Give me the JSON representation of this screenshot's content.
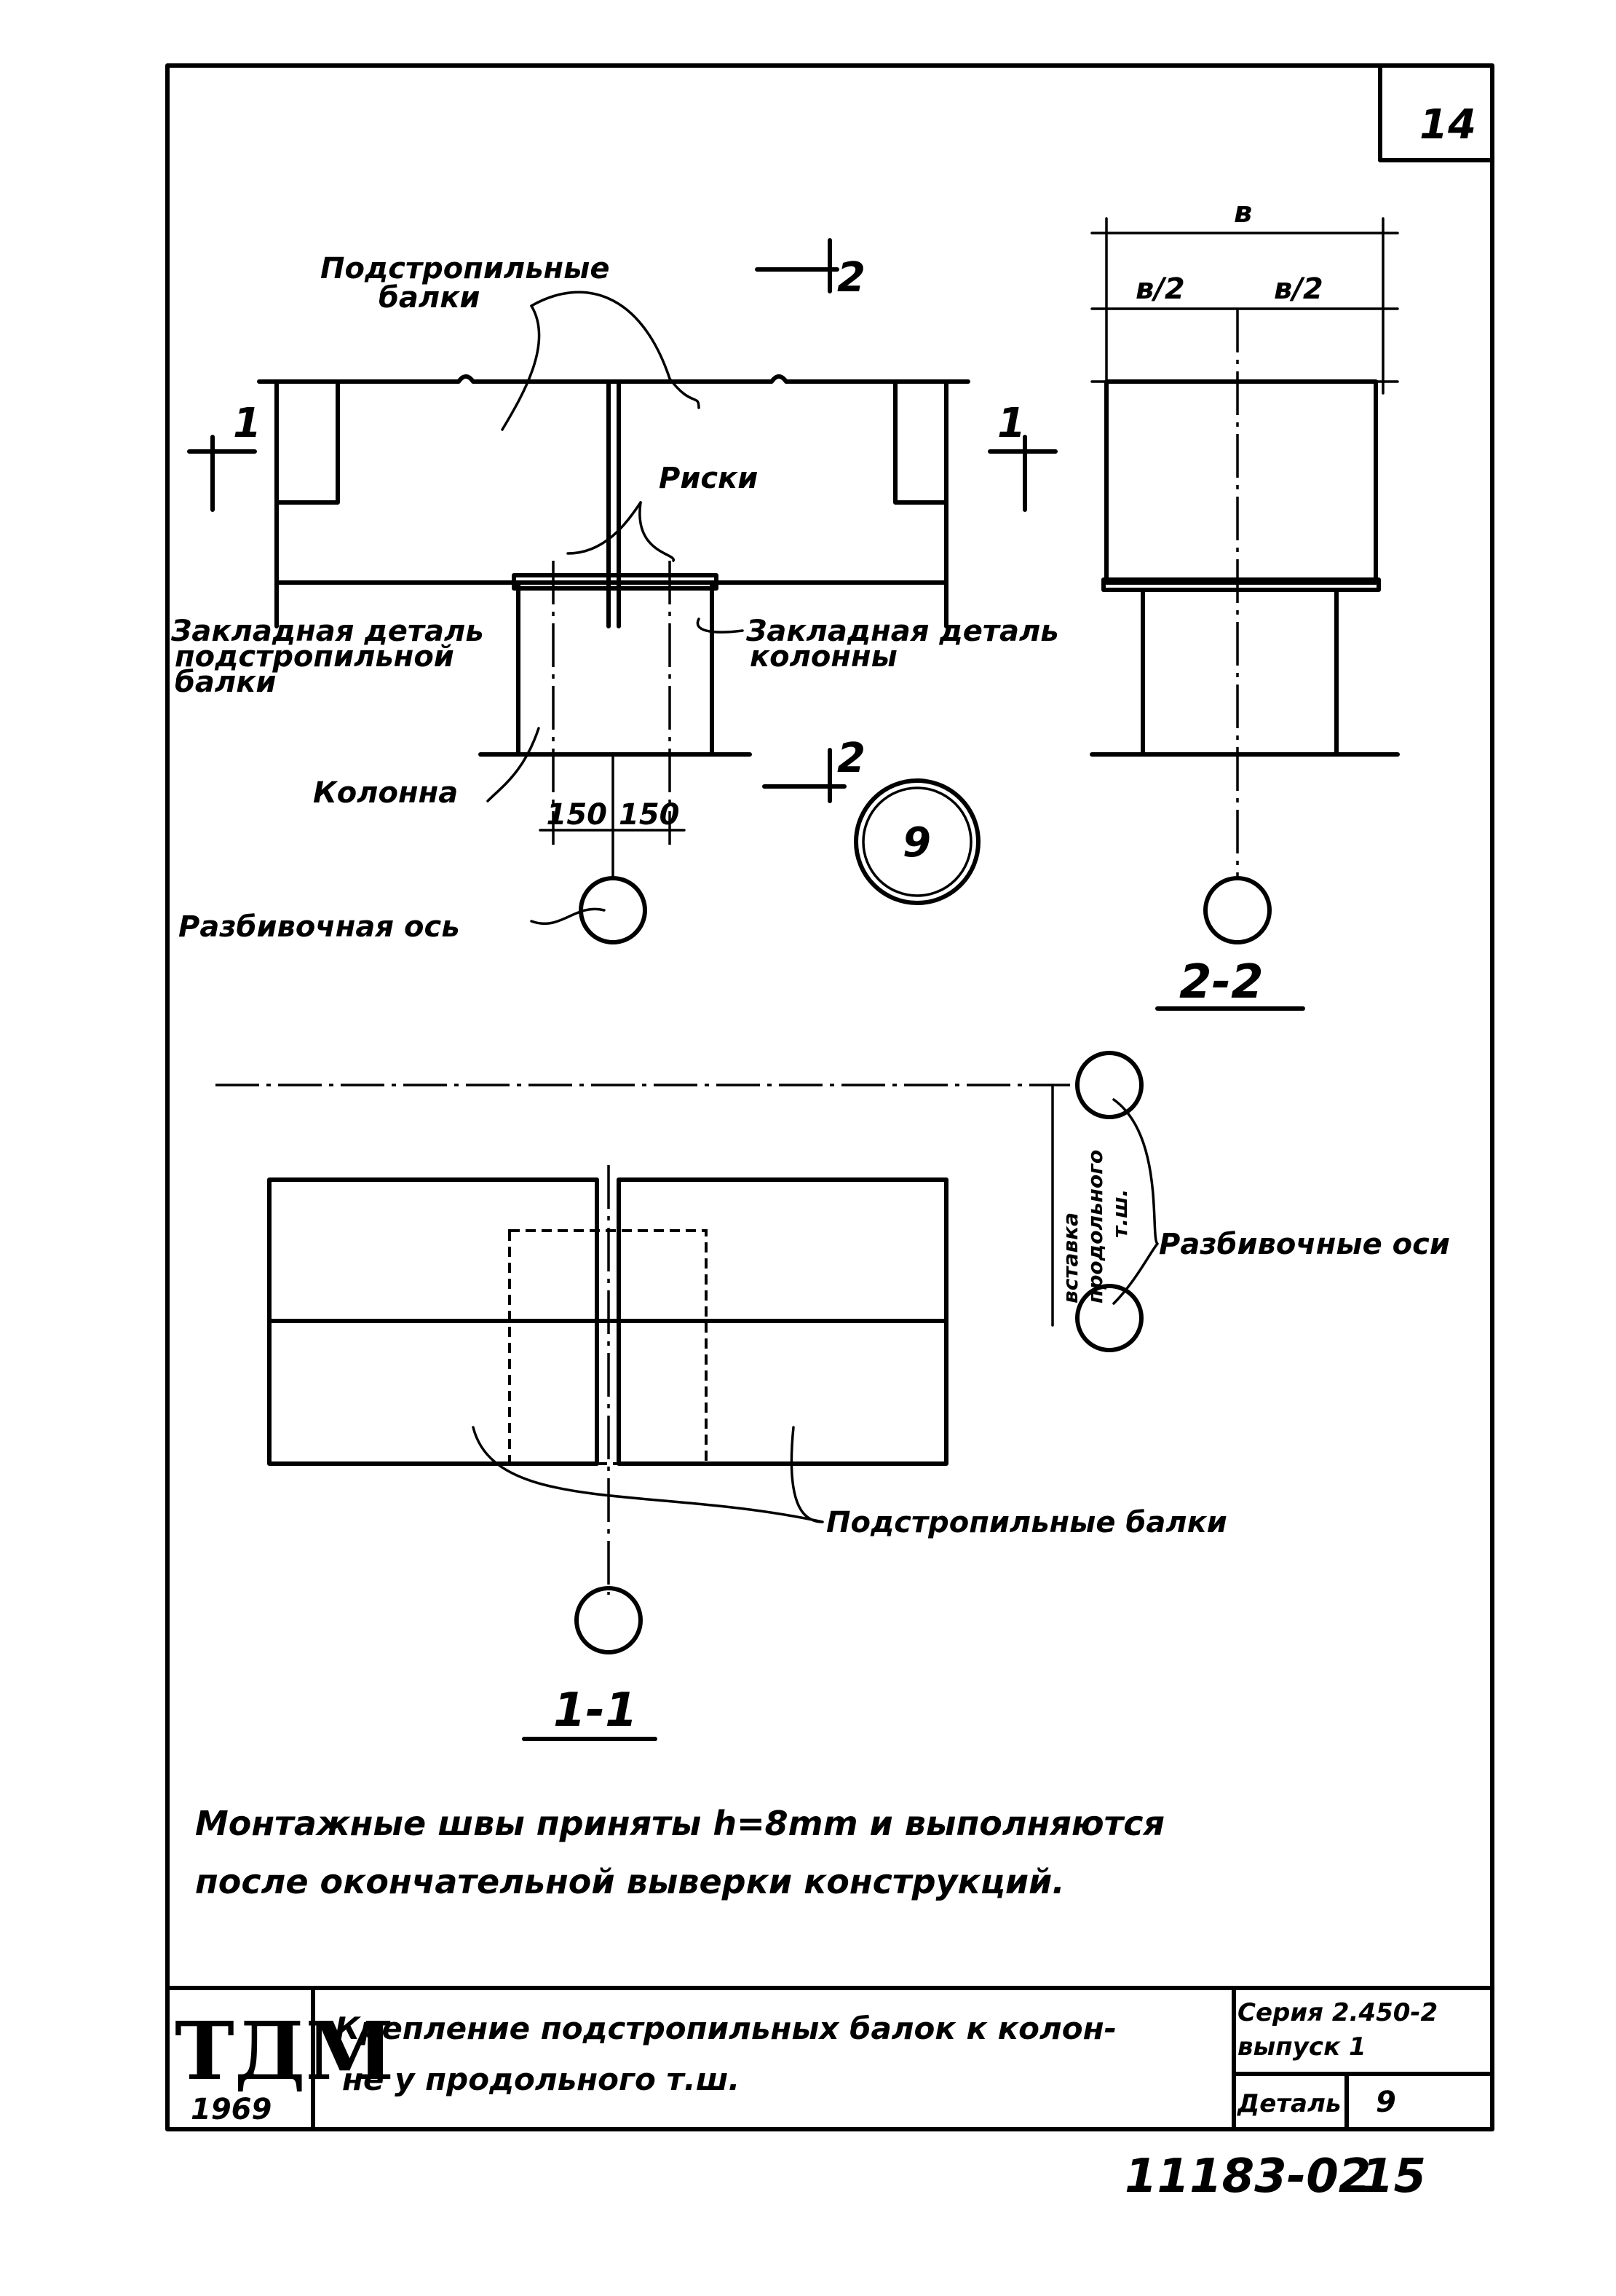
{
  "sheet": {
    "page_number": "14",
    "footer_code": "11183-02",
    "footer_page": "15"
  },
  "plan_view": {
    "beams_label_line1": "Подстропильные",
    "beams_label_line2": "балки",
    "marks_label": "Риски",
    "beam_embed_line1": "Закладная деталь",
    "beam_embed_line2": "подстропильной",
    "beam_embed_line3": "балки",
    "column_embed_line1": "Закладная деталь",
    "column_embed_line2": "колонны",
    "column_label": "Колонна",
    "axis_label": "Разбивочная ось",
    "dim_left": "150",
    "dim_right": "150",
    "section_1_left": "1",
    "section_1_right": "1",
    "section_2_top": "2",
    "section_2_bottom": "2",
    "detail_number": "9"
  },
  "section_2_2": {
    "dim_b": "в",
    "dim_half_left": "в/2",
    "dim_half_right": "в/2",
    "title": "2-2"
  },
  "section_1_1": {
    "insert_label_line1": "вставка",
    "insert_label_line2": "продольного",
    "insert_label_line3": "т.ш.",
    "axes_label": "Разбивочные оси",
    "beams_label": "Подстропильные балки",
    "title": "1-1"
  },
  "notes": {
    "line1": "Монтажные швы приняты h=8mm и выполняются",
    "line2": "после окончательной выверки конструкций."
  },
  "title_block": {
    "logo": "ТДМ",
    "year": "1969",
    "title_line1": "Крепление подстропильных балок к колон-",
    "title_line2": "не у продольного т.ш.",
    "series": "Серия 2.450-2",
    "issue": "выпуск 1",
    "detail_label": "Деталь",
    "detail_value": "9"
  }
}
